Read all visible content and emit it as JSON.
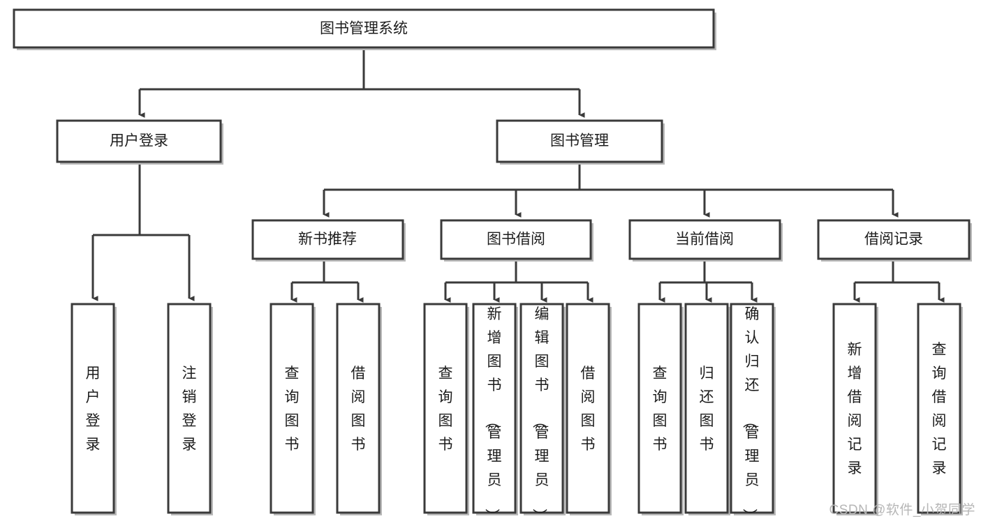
{
  "diagram": {
    "type": "tree",
    "title": "图书管理系统",
    "orientation": "top-down",
    "arrow_style": "filled-triangle",
    "colors": {
      "box_stroke": "#3a3a3a",
      "box_fill": "#ffffff",
      "shadow": "#b9b9b9",
      "text": "#1c1c1c",
      "background": "#ffffff",
      "watermark": "#b6b6b6"
    },
    "root": {
      "id": "root",
      "label": "图书管理系统",
      "orientation": "horizontal"
    },
    "level2": [
      {
        "id": "user-login",
        "label": "用户登录",
        "orientation": "horizontal"
      },
      {
        "id": "book-manage",
        "label": "图书管理",
        "orientation": "horizontal"
      }
    ],
    "level3": [
      {
        "id": "new-book-recommend",
        "label": "新书推荐",
        "orientation": "horizontal",
        "parent": "book-manage"
      },
      {
        "id": "book-borrow",
        "label": "图书借阅",
        "orientation": "horizontal",
        "parent": "book-manage"
      },
      {
        "id": "current-borrow",
        "label": "当前借阅",
        "orientation": "horizontal",
        "parent": "book-manage"
      },
      {
        "id": "borrow-record",
        "label": "借阅记录",
        "orientation": "horizontal",
        "parent": "book-manage"
      }
    ],
    "leaves": {
      "user-login": [
        {
          "id": "leaf-user-login",
          "label": "用户登录",
          "orientation": "vertical"
        },
        {
          "id": "leaf-user-logout",
          "label": "注销登录",
          "orientation": "vertical"
        }
      ],
      "new-book-recommend": [
        {
          "id": "leaf-query-book-1",
          "label": "查询图书",
          "orientation": "vertical"
        },
        {
          "id": "leaf-borrow-book-1",
          "label": "借阅图书",
          "orientation": "vertical"
        }
      ],
      "book-borrow": [
        {
          "id": "leaf-query-book-2",
          "label": "查询图书",
          "orientation": "vertical"
        },
        {
          "id": "leaf-add-book",
          "label": "新增图书（管理员）",
          "orientation": "vertical"
        },
        {
          "id": "leaf-edit-book",
          "label": "编辑图书（管理员）",
          "orientation": "vertical"
        },
        {
          "id": "leaf-borrow-book-2",
          "label": "借阅图书",
          "orientation": "vertical"
        }
      ],
      "current-borrow": [
        {
          "id": "leaf-query-book-3",
          "label": "查询图书",
          "orientation": "vertical"
        },
        {
          "id": "leaf-return-book",
          "label": "归还图书",
          "orientation": "vertical"
        },
        {
          "id": "leaf-confirm-return",
          "label": "确认归还（管理员）",
          "orientation": "vertical"
        }
      ],
      "borrow-record": [
        {
          "id": "leaf-add-record",
          "label": "新增借阅记录",
          "orientation": "vertical"
        },
        {
          "id": "leaf-query-record",
          "label": "查询借阅记录",
          "orientation": "vertical"
        }
      ]
    }
  },
  "watermark": {
    "text": "CSDN @软件_小贺同学"
  }
}
